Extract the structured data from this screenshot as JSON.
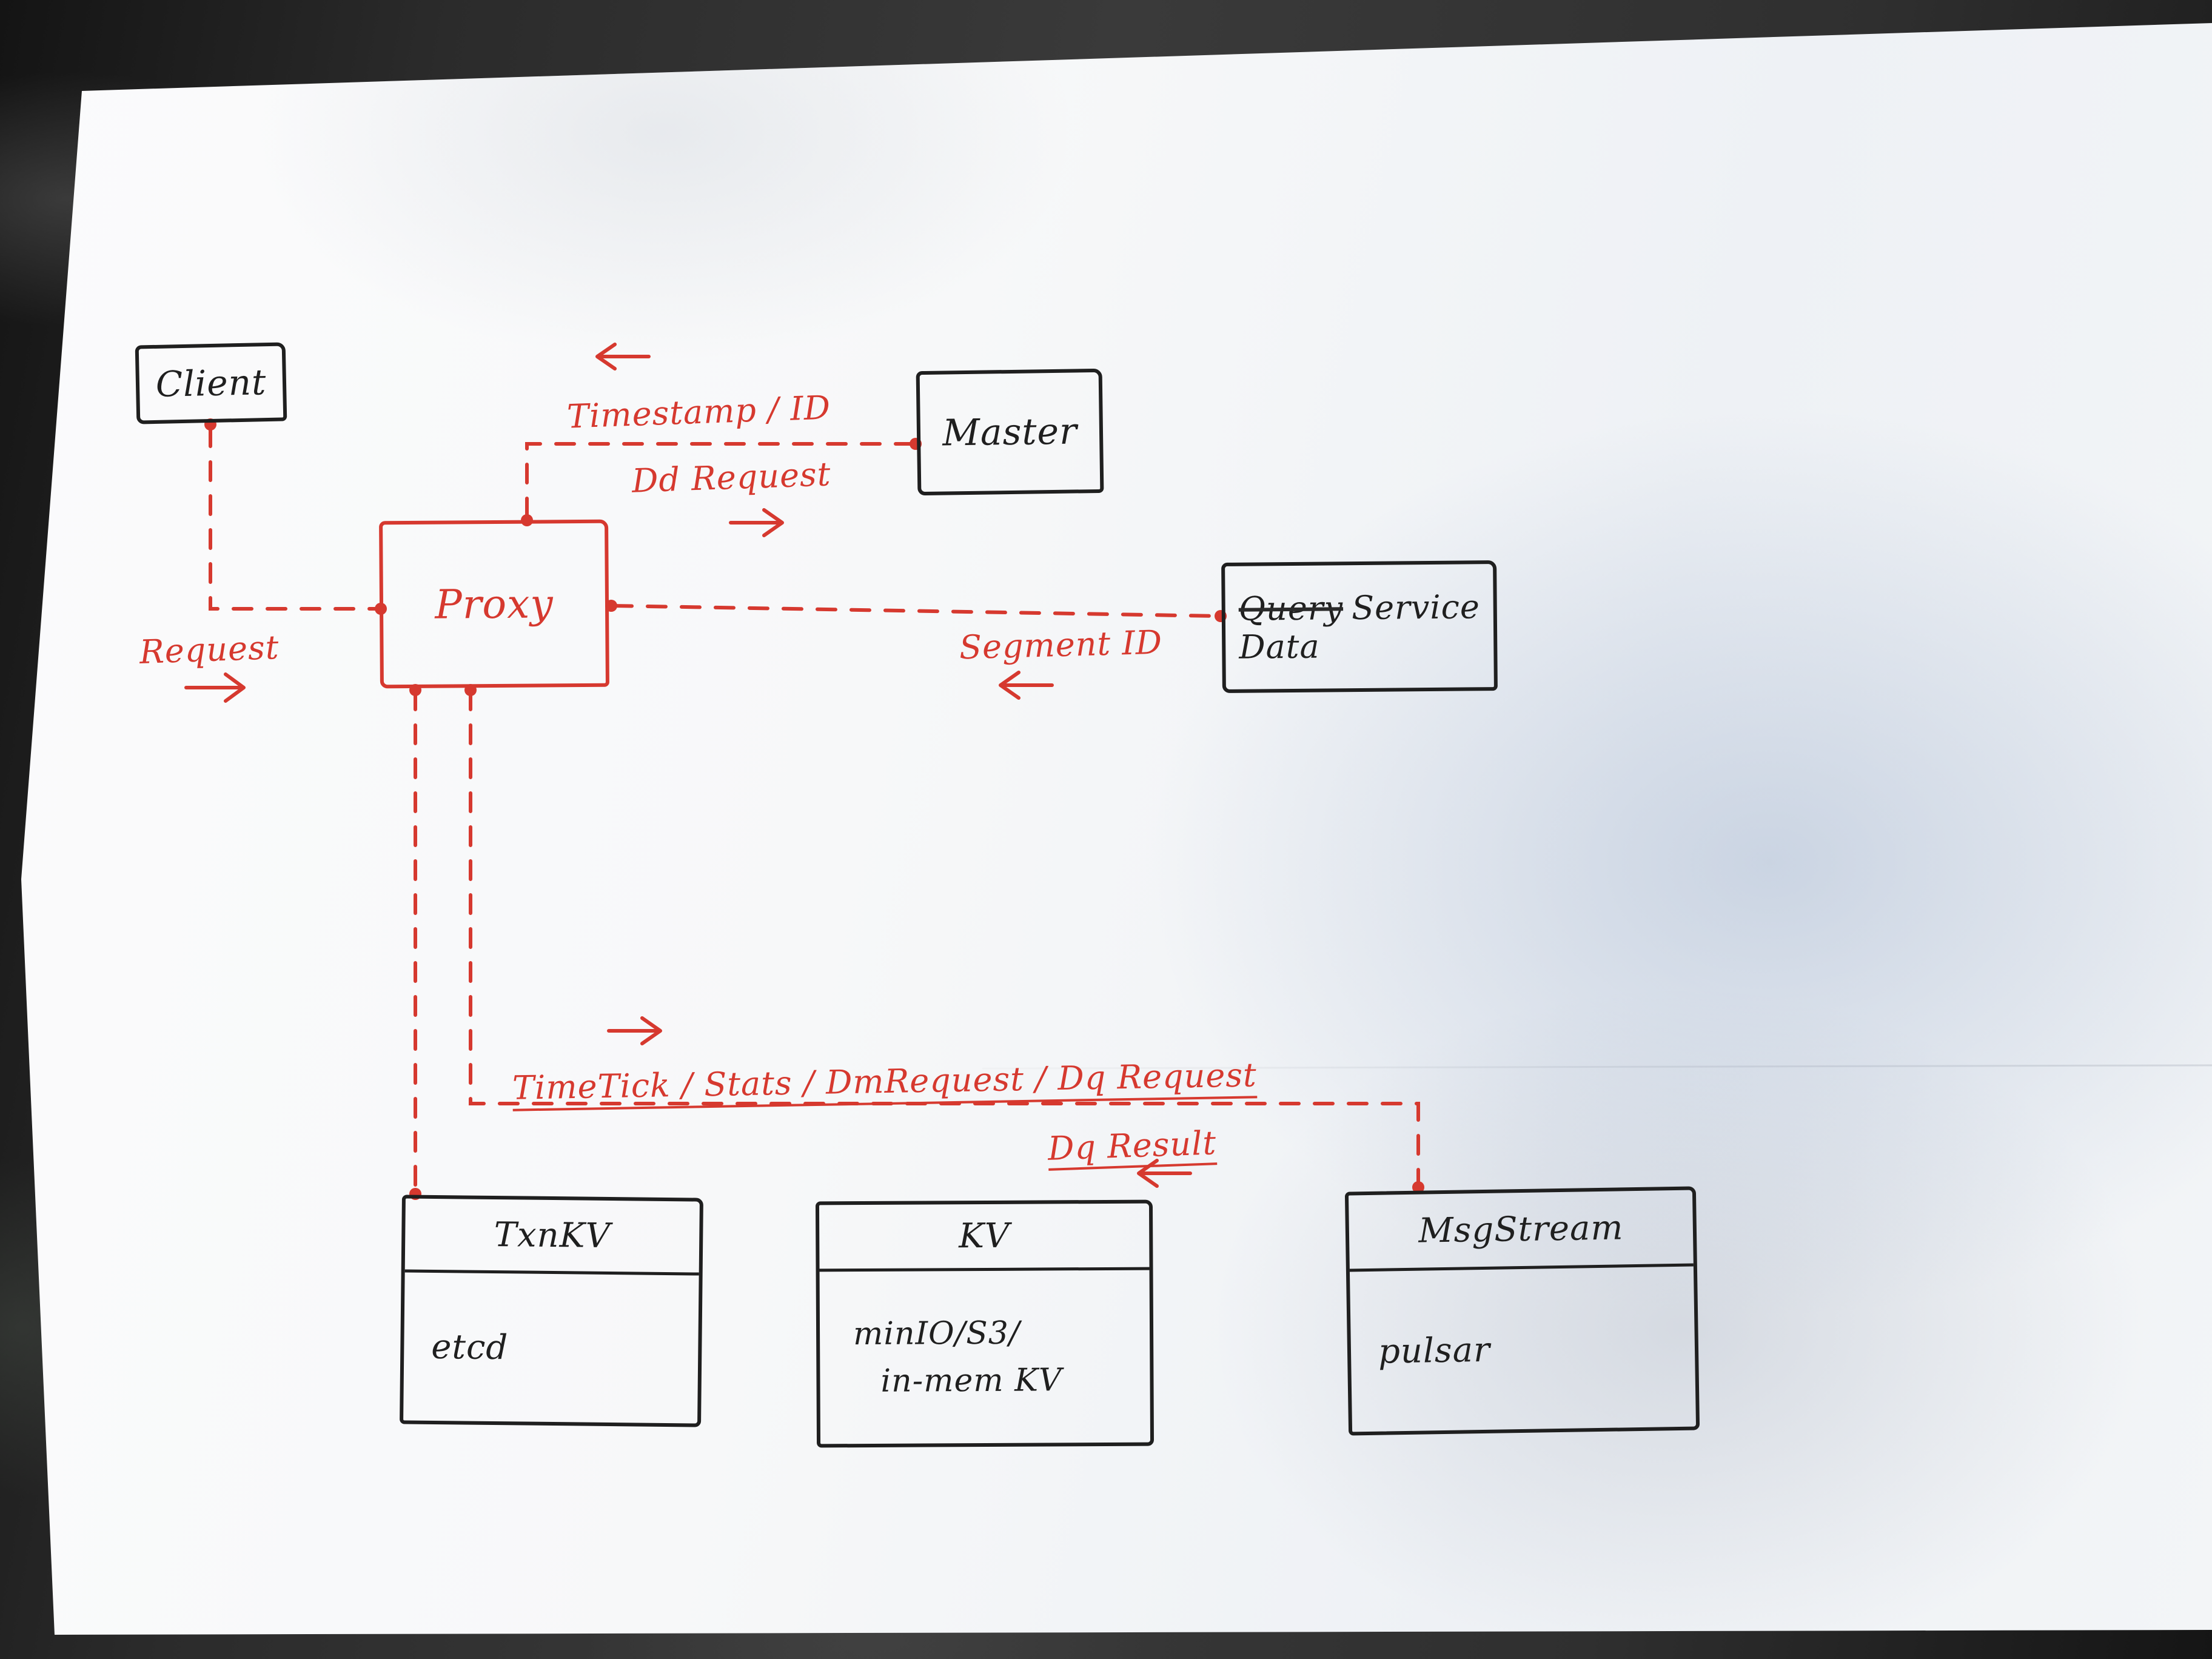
{
  "nodes": {
    "client": {
      "label": "Client"
    },
    "proxy": {
      "label": "Proxy"
    },
    "master": {
      "label": "Master"
    },
    "data_service": {
      "crossed_out": "Query",
      "label": "Service",
      "replacement": "Data"
    },
    "txn_kv": {
      "header": "TxnKV",
      "body": "etcd"
    },
    "kv": {
      "header": "KV",
      "body_line1": "minIO/S3/",
      "body_line2": "in-mem KV"
    },
    "msg_stream": {
      "header": "MsgStream",
      "body": "pulsar"
    }
  },
  "edges": {
    "request": {
      "label": "Request"
    },
    "timestamp_id": {
      "label": "Timestamp / ID"
    },
    "dd_request": {
      "label": "Dd Request"
    },
    "segment_id": {
      "label": "Segment ID"
    },
    "time_tick": {
      "label": "TimeTick / Stats / DmRequest / Dq Request"
    },
    "dq_result": {
      "label": "Dq Result"
    }
  },
  "colors": {
    "ink_black": "#1f1f1f",
    "ink_red": "#d6392f",
    "paper": "#f5f6f8",
    "background": "#2b2b2b"
  }
}
